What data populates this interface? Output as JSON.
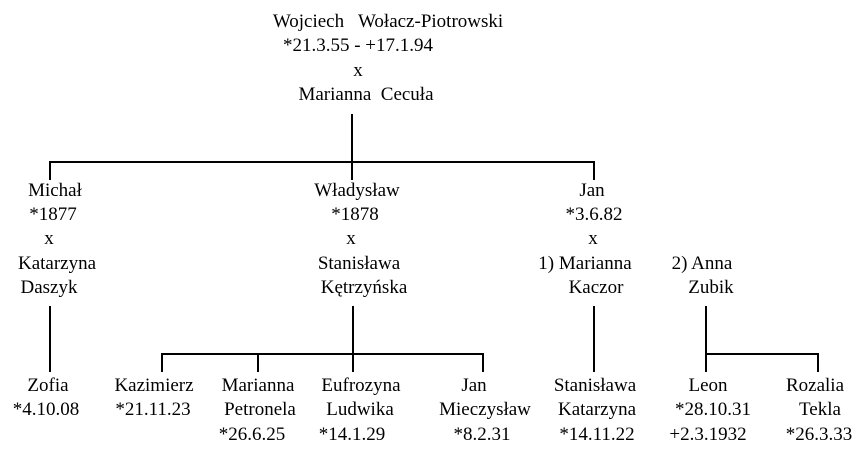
{
  "root": {
    "name": "Wojciech   Wołacz-Piotrowski",
    "dates": "*21.3.55 - +17.1.94",
    "marriage": "x",
    "spouse": "Marianna  Cecuła"
  },
  "gen2": {
    "michal": {
      "name": "Michał",
      "birth": "*1877",
      "marriage": "x",
      "spouse_first": "Katarzyna",
      "spouse_last": "Daszyk"
    },
    "wladyslaw": {
      "name": "Władysław",
      "birth": "*1878",
      "marriage": "x",
      "spouse_first": "Stanisława",
      "spouse_last": "Kętrzyńska"
    },
    "jan": {
      "name": "Jan",
      "birth": "*3.6.82",
      "marriage": "x",
      "spouse1_first": "1) Marianna",
      "spouse1_last": "Kaczor",
      "spouse2_first": "2) Anna",
      "spouse2_last": "Zubik"
    }
  },
  "gen3": {
    "zofia": {
      "line1": "Zofia",
      "line2": "*4.10.08"
    },
    "kazimierz": {
      "line1": "Kazimierz",
      "line2": "*21.11.23"
    },
    "marianna": {
      "line1": "Marianna",
      "line2": "Petronela",
      "line3": "*26.6.25"
    },
    "eufrozyna": {
      "line1": "Eufrozyna",
      "line2": "Ludwika",
      "line3": "*14.1.29"
    },
    "jan_m": {
      "line1": "Jan",
      "line2": "Mieczysław",
      "line3": "*8.2.31"
    },
    "stanislawa": {
      "line1": "Stanisława",
      "line2": "Katarzyna",
      "line3": "*14.11.22"
    },
    "leon": {
      "line1": "Leon",
      "line2": "*28.10.31",
      "line3": "+2.3.1932"
    },
    "rozalia": {
      "line1": "Rozalia",
      "line2": "Tekla",
      "line3": "*26.3.33"
    }
  }
}
